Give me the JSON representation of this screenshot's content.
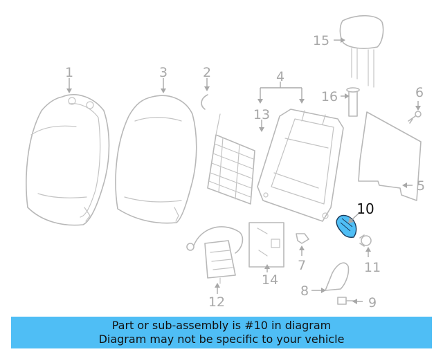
{
  "callouts": {
    "c1": "1",
    "c2": "2",
    "c3": "3",
    "c4": "4",
    "c5": "5",
    "c6": "6",
    "c7": "7",
    "c8": "8",
    "c9": "9",
    "c10": "10",
    "c11": "11",
    "c12": "12",
    "c13": "13",
    "c14": "14",
    "c15": "15",
    "c16": "16"
  },
  "highlight": {
    "part": "10",
    "color": "#4fbef5"
  },
  "banner": {
    "line1": "Part or sub-assembly is #10 in diagram",
    "line2": "Diagram may not be specific to your vehicle",
    "color": "#4fbef5"
  }
}
